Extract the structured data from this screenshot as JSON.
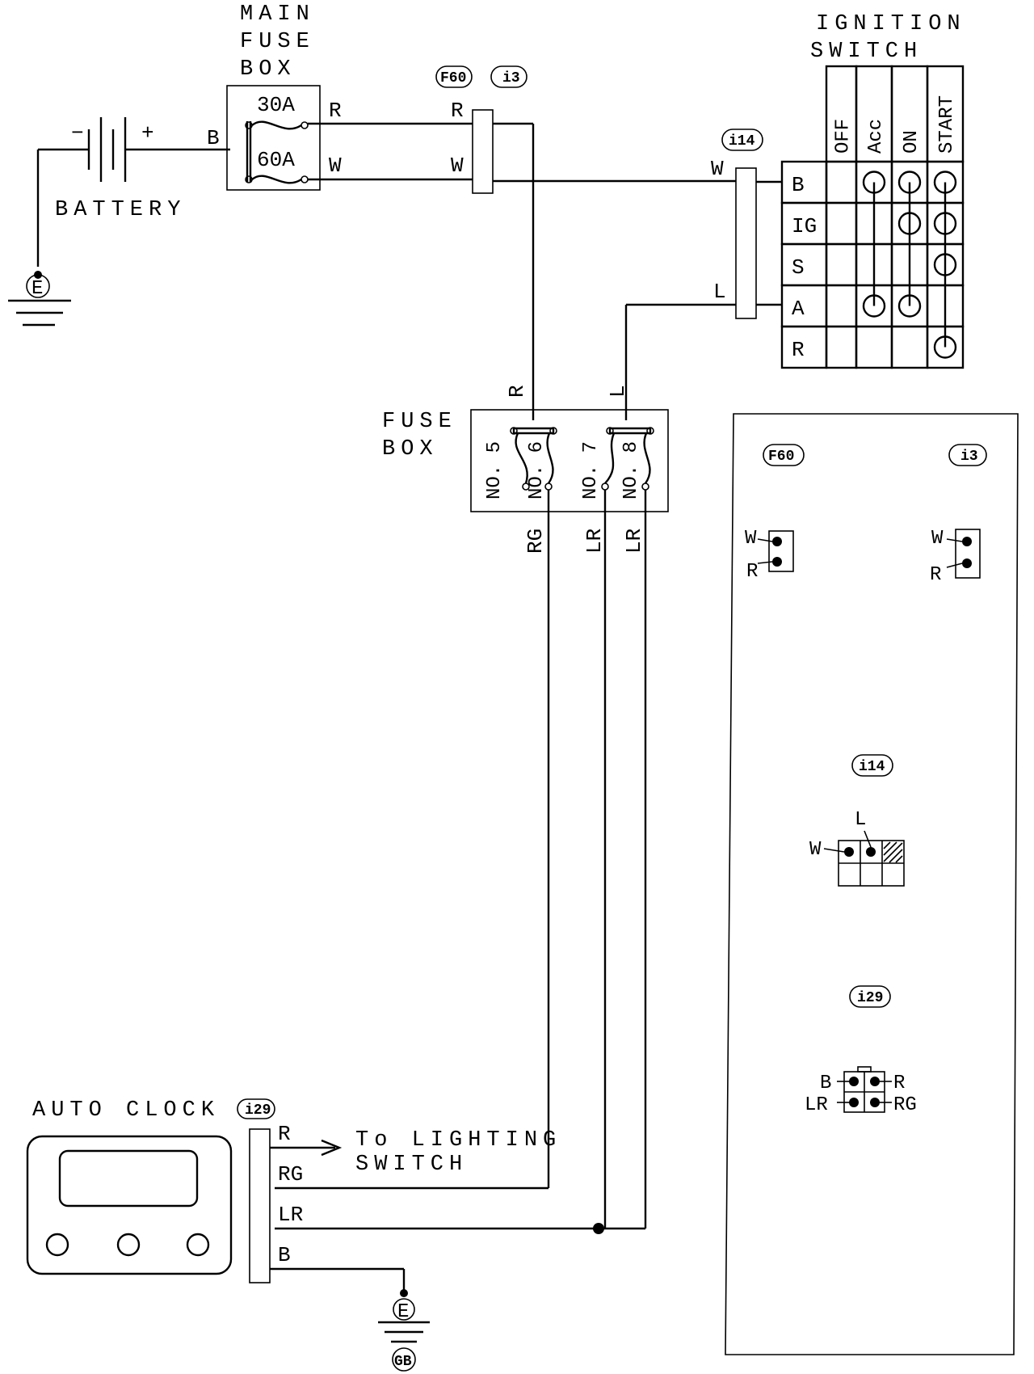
{
  "battery": {
    "label": "BATTERY",
    "minus": "−",
    "plus": "+",
    "ground_label": "E"
  },
  "main_fuse_box": {
    "title": [
      "MAIN",
      "FUSE",
      "BOX"
    ],
    "fuses": [
      "30A",
      "60A"
    ],
    "input_wire": "B",
    "output_wires": [
      "R",
      "W"
    ]
  },
  "connectors": {
    "f60": "F60",
    "i3": "i3",
    "i14": "i14",
    "i29": "i29",
    "f60_i3_wires": [
      "R",
      "W"
    ],
    "i14_wires": [
      "W",
      "L"
    ]
  },
  "ignition_switch": {
    "title": [
      "IGNITION",
      "SWITCH"
    ],
    "positions": [
      "OFF",
      "Acc",
      "ON",
      "START"
    ],
    "terminals": [
      "B",
      "IG",
      "S",
      "A",
      "R"
    ],
    "connections": {
      "OFF": [],
      "Acc": [
        "B",
        "A"
      ],
      "ON": [
        "B",
        "IG",
        "A"
      ],
      "START": [
        "B",
        "IG",
        "S",
        "R"
      ]
    }
  },
  "fuse_box": {
    "title": [
      "FUSE",
      "BOX"
    ],
    "fuses": [
      "NO. 5",
      "NO. 6",
      "NO. 7",
      "NO. 8"
    ],
    "input_wires": [
      "R",
      "L"
    ],
    "output_wires": [
      "RG",
      "LR",
      "LR"
    ]
  },
  "auto_clock": {
    "label": "AUTO CLOCK",
    "pins": [
      "R",
      "RG",
      "LR",
      "B"
    ],
    "arrow_note": [
      "To LIGHTING",
      "SWITCH"
    ],
    "ground_label": "E",
    "ground_code": "GB"
  },
  "connector_views": {
    "f60": {
      "code": "F60",
      "pins": [
        "W",
        "R"
      ]
    },
    "i3": {
      "code": "i3",
      "pins": [
        "W",
        "R"
      ]
    },
    "i14": {
      "code": "i14",
      "pins": [
        "W",
        "L"
      ]
    },
    "i29": {
      "code": "i29",
      "pins": [
        "B",
        "R",
        "LR",
        "RG"
      ]
    }
  }
}
